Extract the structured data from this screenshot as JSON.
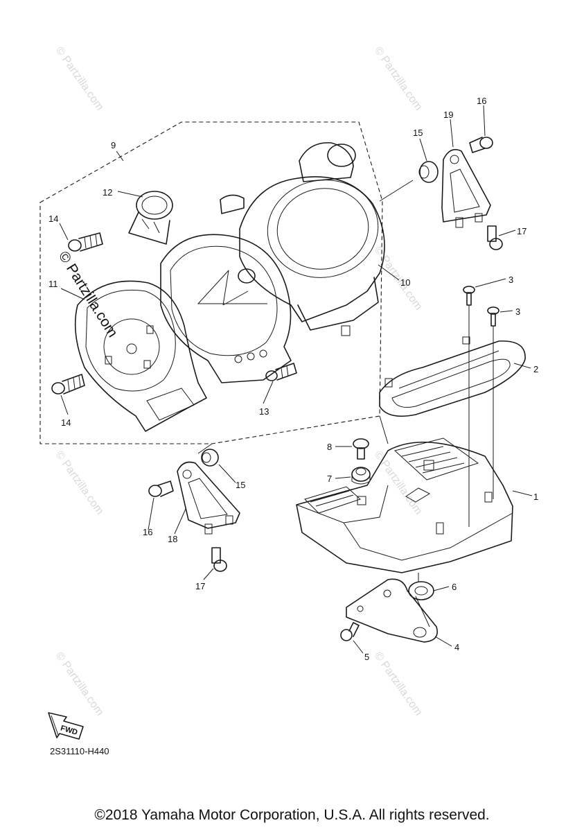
{
  "watermark": {
    "text": "© Partzilla.com"
  },
  "part_labels": [
    {
      "id": "1",
      "text": "1"
    },
    {
      "id": "2",
      "text": "2"
    },
    {
      "id": "3a",
      "text": "3"
    },
    {
      "id": "3b",
      "text": "3"
    },
    {
      "id": "4",
      "text": "4"
    },
    {
      "id": "5",
      "text": "5"
    },
    {
      "id": "6",
      "text": "6"
    },
    {
      "id": "7",
      "text": "7"
    },
    {
      "id": "8",
      "text": "8"
    },
    {
      "id": "9",
      "text": "9"
    },
    {
      "id": "10",
      "text": "10"
    },
    {
      "id": "11",
      "text": "11"
    },
    {
      "id": "12",
      "text": "12"
    },
    {
      "id": "13",
      "text": "13"
    },
    {
      "id": "14a",
      "text": "14"
    },
    {
      "id": "14b",
      "text": "14"
    },
    {
      "id": "15a",
      "text": "15"
    },
    {
      "id": "15b",
      "text": "15"
    },
    {
      "id": "16a",
      "text": "16"
    },
    {
      "id": "16b",
      "text": "16"
    },
    {
      "id": "17a",
      "text": "17"
    },
    {
      "id": "17b",
      "text": "17"
    },
    {
      "id": "18",
      "text": "18"
    },
    {
      "id": "19",
      "text": "19"
    }
  ],
  "fwd_label": "FWD",
  "diagram_code": "2S31110-H440",
  "copyright": "©2018 Yamaha Motor Corporation, U.S.A. All rights reserved."
}
